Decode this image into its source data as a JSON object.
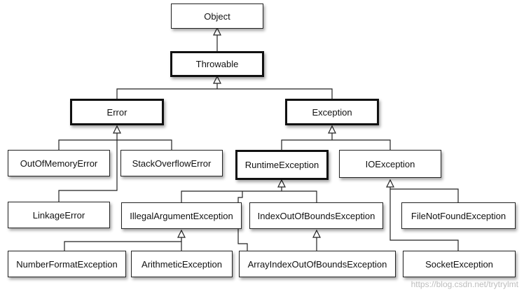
{
  "nodes": {
    "object": "Object",
    "throwable": "Throwable",
    "error": "Error",
    "exception": "Exception",
    "out_of_memory_error": "OutOfMemoryError",
    "stack_overflow_error": "StackOverflowError",
    "runtime_exception": "RuntimeException",
    "io_exception": "IOException",
    "linkage_error": "LinkageError",
    "illegal_argument_exception": "IllegalArgumentException",
    "index_out_of_bounds_exception": "IndexOutOfBoundsException",
    "file_not_found_exception": "FileNotFoundException",
    "number_format_exception": "NumberFormatException",
    "arithmetic_exception": "ArithmeticException",
    "array_index_out_of_bounds_exception": "ArrayIndexOutOfBoundsException",
    "socket_exception": "SocketException"
  },
  "watermark": "https://blog.csdn.net/trytrylmt"
}
